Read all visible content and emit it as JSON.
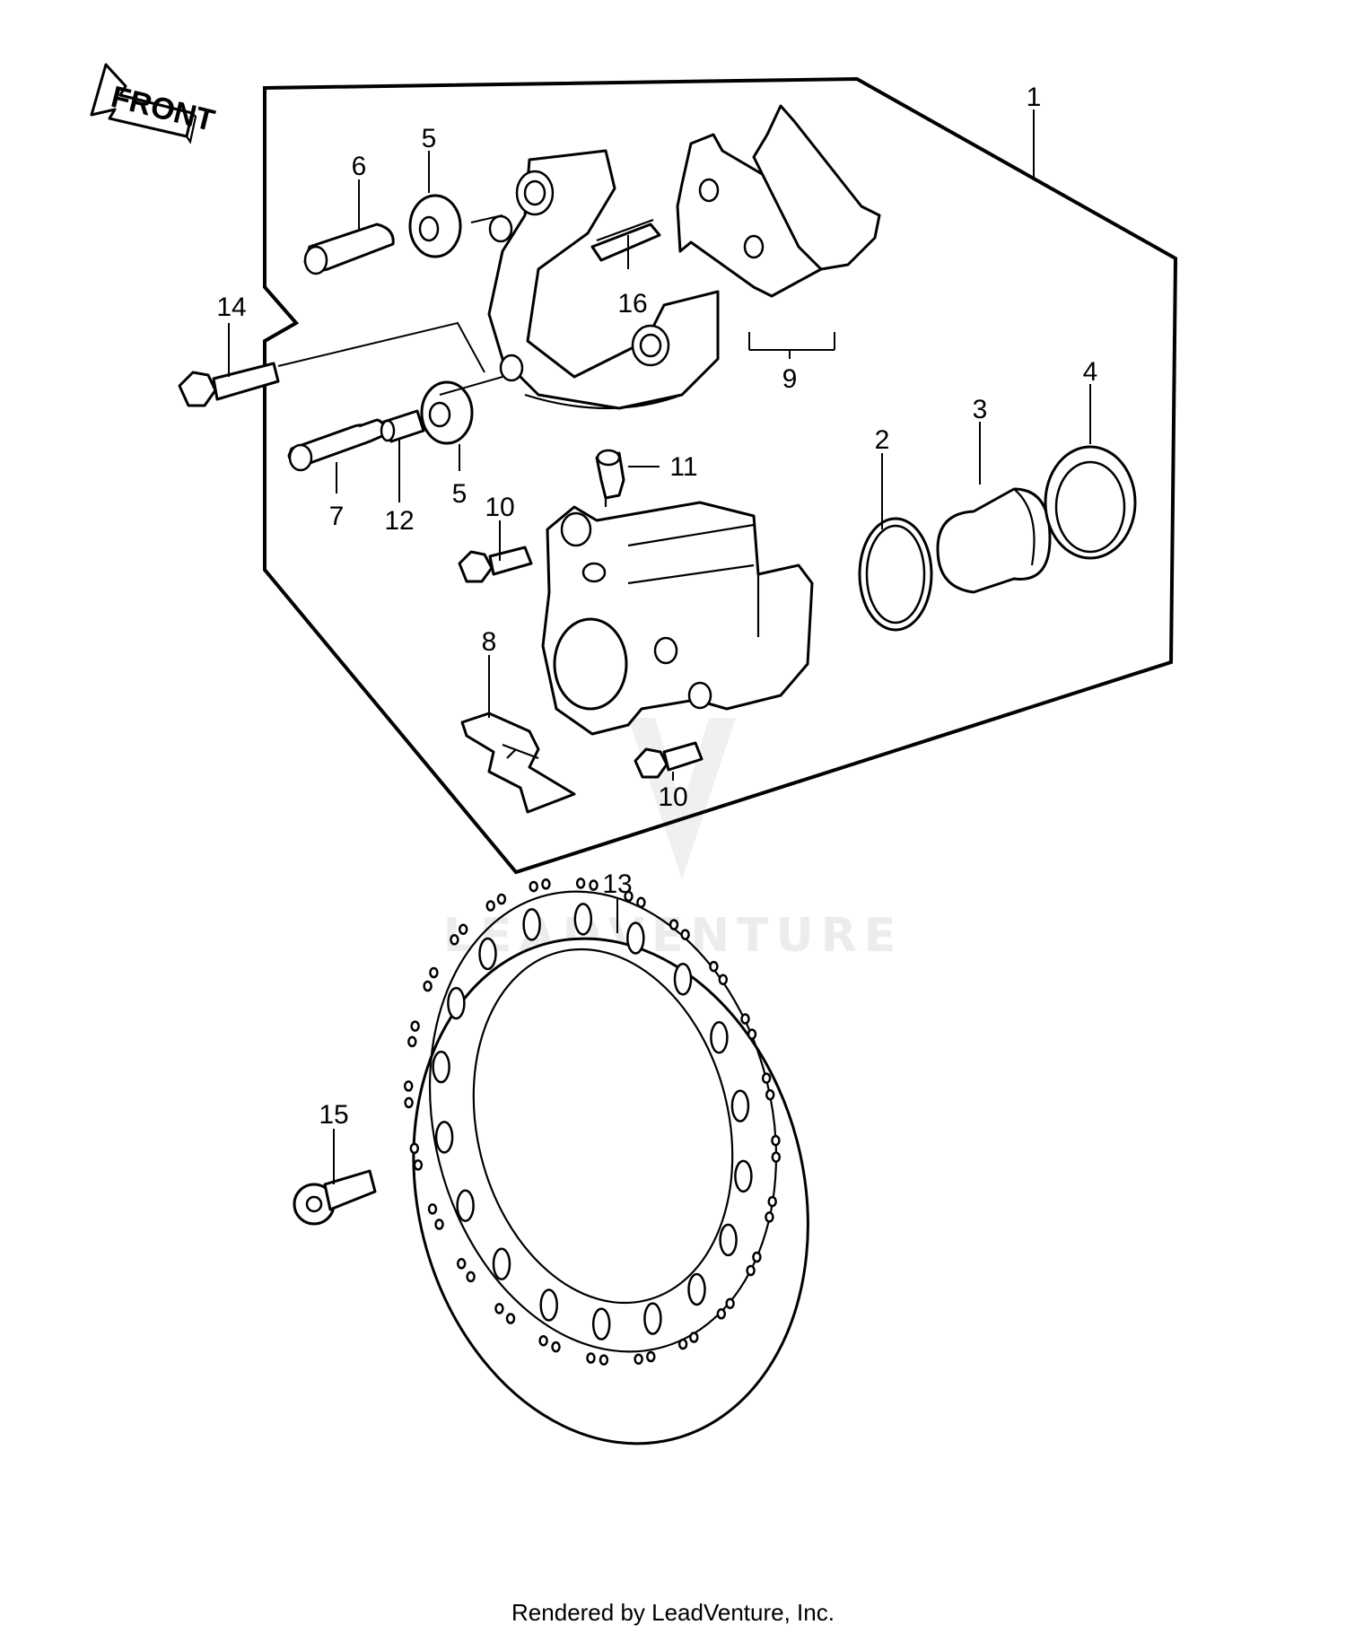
{
  "diagram": {
    "orientation_label": "FRONT",
    "watermark": "LEADVENTURE",
    "colors": {
      "line": "#000000",
      "background": "#ffffff",
      "watermark": "#ececec"
    },
    "callouts": [
      {
        "id": "c1",
        "label": "1"
      },
      {
        "id": "c2",
        "label": "2"
      },
      {
        "id": "c3",
        "label": "3"
      },
      {
        "id": "c4",
        "label": "4"
      },
      {
        "id": "c5a",
        "label": "5"
      },
      {
        "id": "c5b",
        "label": "5"
      },
      {
        "id": "c6",
        "label": "6"
      },
      {
        "id": "c7",
        "label": "7"
      },
      {
        "id": "c8",
        "label": "8"
      },
      {
        "id": "c9",
        "label": "9"
      },
      {
        "id": "c10a",
        "label": "10"
      },
      {
        "id": "c10b",
        "label": "10"
      },
      {
        "id": "c11",
        "label": "11"
      },
      {
        "id": "c12",
        "label": "12"
      },
      {
        "id": "c13",
        "label": "13"
      },
      {
        "id": "c14",
        "label": "14"
      },
      {
        "id": "c15",
        "label": "15"
      },
      {
        "id": "c16",
        "label": "16"
      }
    ]
  },
  "footer": {
    "credit": "Rendered by LeadVenture, Inc."
  }
}
